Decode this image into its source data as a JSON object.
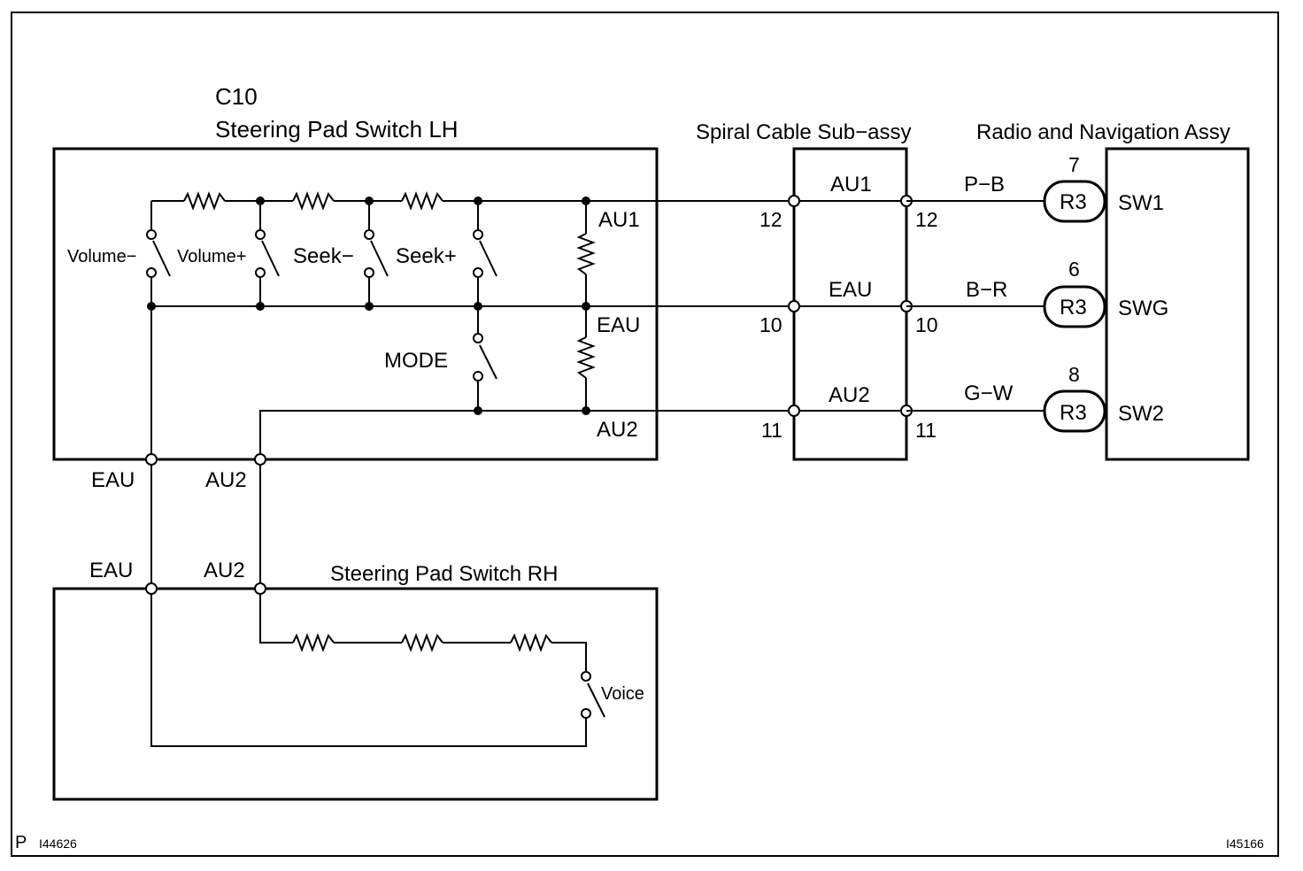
{
  "frame": {
    "corner_letter": "P",
    "ref_left": "I44626",
    "ref_right": "I45166"
  },
  "switch_lh": {
    "code": "C10",
    "title": "Steering Pad Switch LH",
    "switches": {
      "volume_minus": "Volume−",
      "volume_plus": "Volume+",
      "seek_minus": "Seek−",
      "seek_plus": "Seek+",
      "mode": "MODE"
    },
    "terminals": {
      "au1": "AU1",
      "eau": "EAU",
      "au2": "AU2",
      "bottom_eau": "EAU",
      "bottom_au2": "AU2"
    }
  },
  "switch_rh": {
    "title": "Steering Pad Switch RH",
    "terminal_eau": "EAU",
    "terminal_au2": "AU2",
    "voice": "Voice"
  },
  "spiral_cable": {
    "title": "Spiral Cable Sub−assy",
    "rows": [
      {
        "signal": "AU1",
        "pin_in": "12",
        "pin_out": "12"
      },
      {
        "signal": "EAU",
        "pin_in": "10",
        "pin_out": "10"
      },
      {
        "signal": "AU2",
        "pin_in": "11",
        "pin_out": "11"
      }
    ]
  },
  "radio": {
    "title": "Radio and Navigation Assy",
    "rows": [
      {
        "wire": "P−B",
        "pin": "7",
        "connector": "R3",
        "terminal": "SW1"
      },
      {
        "wire": "B−R",
        "pin": "6",
        "connector": "R3",
        "terminal": "SWG"
      },
      {
        "wire": "G−W",
        "pin": "8",
        "connector": "R3",
        "terminal": "SW2"
      }
    ]
  }
}
